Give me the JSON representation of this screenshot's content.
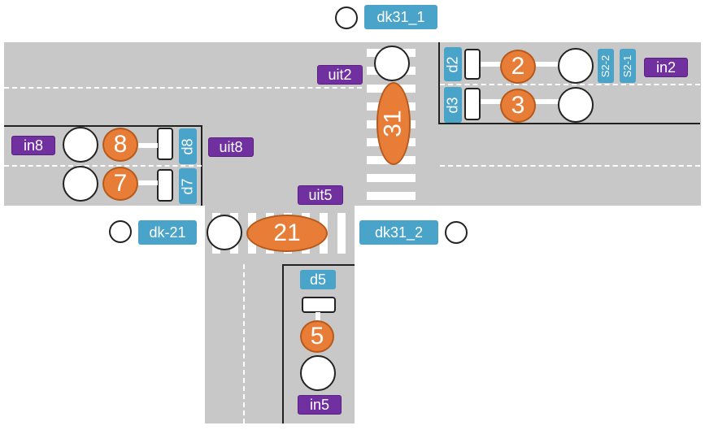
{
  "labels": {
    "dk31_1": "dk31_1",
    "dk31_2": "dk31_2",
    "dk21": "dk-21",
    "uit2": "uit2",
    "uit8": "uit8",
    "uit5": "uit5",
    "in2": "in2",
    "in8": "in8",
    "in5": "in5",
    "d2": "d2",
    "d3": "d3",
    "d5": "d5",
    "d7": "d7",
    "d8": "d8",
    "s2_2": "S2-2",
    "s2_1": "S2-1"
  },
  "signals": {
    "s2": "2",
    "s3": "3",
    "s5": "5",
    "s7": "7",
    "s8": "8",
    "s21": "21",
    "s31": "31"
  },
  "colors": {
    "road": "#c8c8c8",
    "signal": "#e87d38",
    "detector_label": "#4aa3c8",
    "flow_label": "#7030a0"
  }
}
